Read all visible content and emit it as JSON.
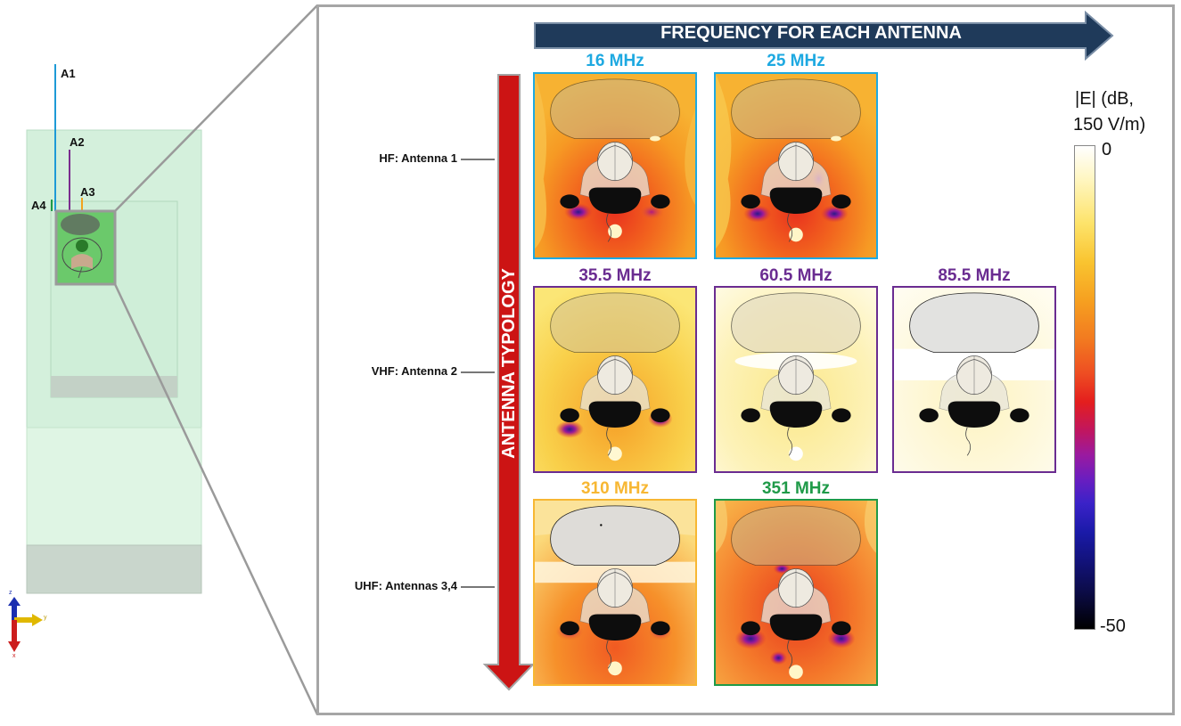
{
  "banner": {
    "text": "FREQUENCY FOR EACH ANTENNA"
  },
  "typology": {
    "text": "ANTENNA TYPOLOGY"
  },
  "rows": [
    {
      "label": "HF: Antenna 1"
    },
    {
      "label": "VHF: Antenna 2"
    },
    {
      "label": "UHF: Antennas 3,4"
    }
  ],
  "panels": [
    {
      "freq": "16 MHz",
      "color": "#1ea9e1"
    },
    {
      "freq": "25 MHz",
      "color": "#1ea9e1"
    },
    {
      "freq": "35.5 MHz",
      "color": "#6a2c91"
    },
    {
      "freq": "60.5 MHz",
      "color": "#6a2c91"
    },
    {
      "freq": "85.5 MHz",
      "color": "#6a2c91"
    },
    {
      "freq": "310 MHz",
      "color": "#f7b733"
    },
    {
      "freq": "351 MHz",
      "color": "#1f9a48"
    }
  ],
  "scale": {
    "title_line1": "|E| (dB,",
    "title_line2": "150 V/m)",
    "max_label": "0",
    "min_label": "-50"
  },
  "model": {
    "antennas": [
      "A1",
      "A2",
      "A3",
      "A4"
    ],
    "axis_z": "z",
    "axis_x": "x",
    "axis_y": "y"
  }
}
